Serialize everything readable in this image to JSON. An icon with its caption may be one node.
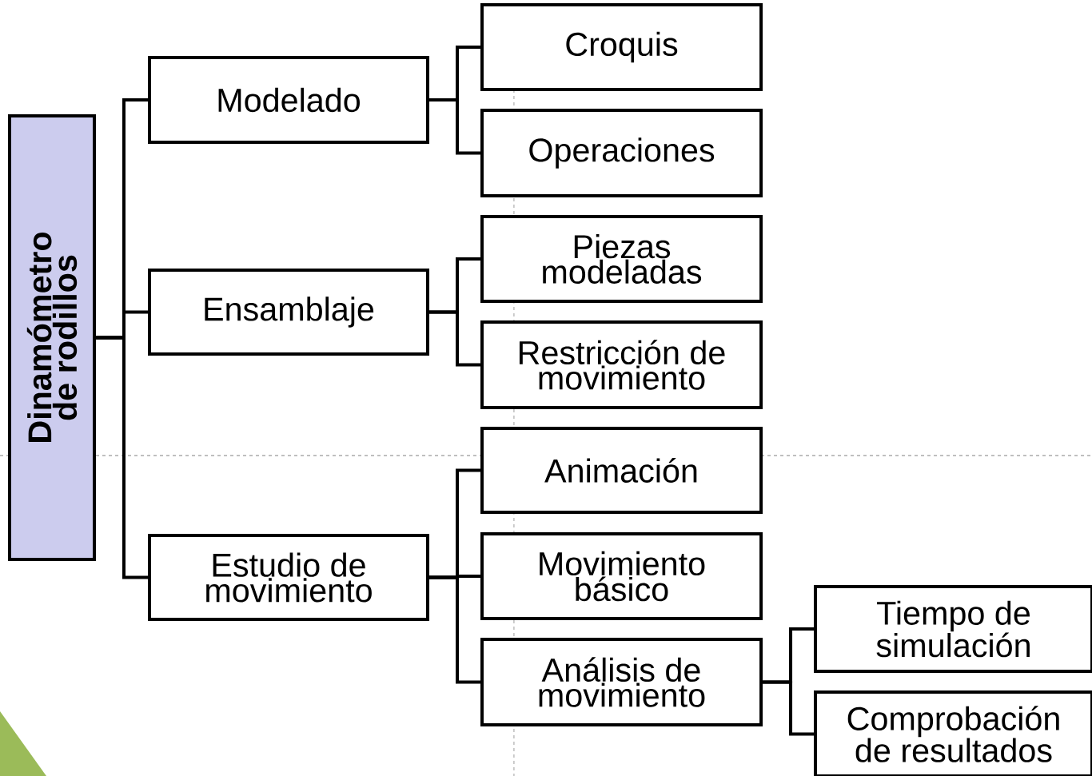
{
  "diagram": {
    "nodes": [
      {
        "text": [
          "Dinamómetro de rodillos"
        ]
      },
      {
        "text": [
          "Modelado"
        ]
      },
      {
        "text": [
          "Ensamblaje"
        ]
      },
      {
        "text": [
          "Estudio de movimiento"
        ]
      },
      {
        "text": [
          "Croquis"
        ]
      },
      {
        "text": [
          "Operaciones"
        ]
      },
      {
        "text": [
          "Piezas modeladas"
        ]
      },
      {
        "text": [
          "Restricción de movimiento"
        ]
      },
      {
        "text": [
          "Animación"
        ]
      },
      {
        "text": [
          "Movimiento básico"
        ]
      },
      {
        "text": [
          "Análisis de movimiento"
        ]
      },
      {
        "text": [
          "Tiempo de simulación"
        ]
      },
      {
        "text": [
          "Comprobación de resultados"
        ]
      }
    ],
    "edges": [
      {
        "from": 0,
        "to": 1,
        "arrow": "none"
      },
      {
        "from": 0,
        "to": 2,
        "arrow": "none"
      },
      {
        "from": 0,
        "to": 3,
        "arrow": "none"
      },
      {
        "from": 1,
        "to": 4,
        "arrow": "none"
      },
      {
        "from": 1,
        "to": 5,
        "arrow": "none"
      },
      {
        "from": 2,
        "to": 6,
        "arrow": "none"
      },
      {
        "from": 2,
        "to": 7,
        "arrow": "none"
      },
      {
        "from": 3,
        "to": 8,
        "arrow": "none"
      },
      {
        "from": 3,
        "to": 9,
        "arrow": "none"
      },
      {
        "from": 3,
        "to": 10,
        "arrow": "none"
      },
      {
        "from": 10,
        "to": 11,
        "arrow": "none"
      },
      {
        "from": 10,
        "to": 12,
        "arrow": "none"
      }
    ]
  }
}
